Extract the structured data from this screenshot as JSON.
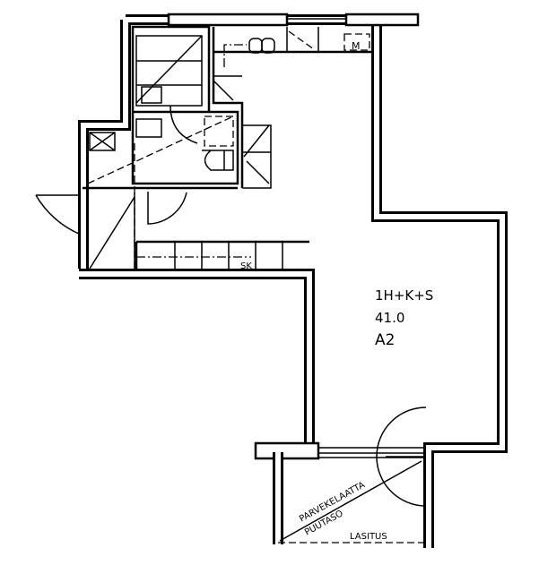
{
  "apartment": {
    "type": "1H+K+S",
    "area": "41.0",
    "code": "A2"
  },
  "balcony": {
    "slab_label": "PARVEKELAATTA",
    "deck_label": "PUUTASO",
    "glazing_label": "LASITUS"
  },
  "fixtures": {
    "closet_label": "SK",
    "fridge_label": "M"
  }
}
